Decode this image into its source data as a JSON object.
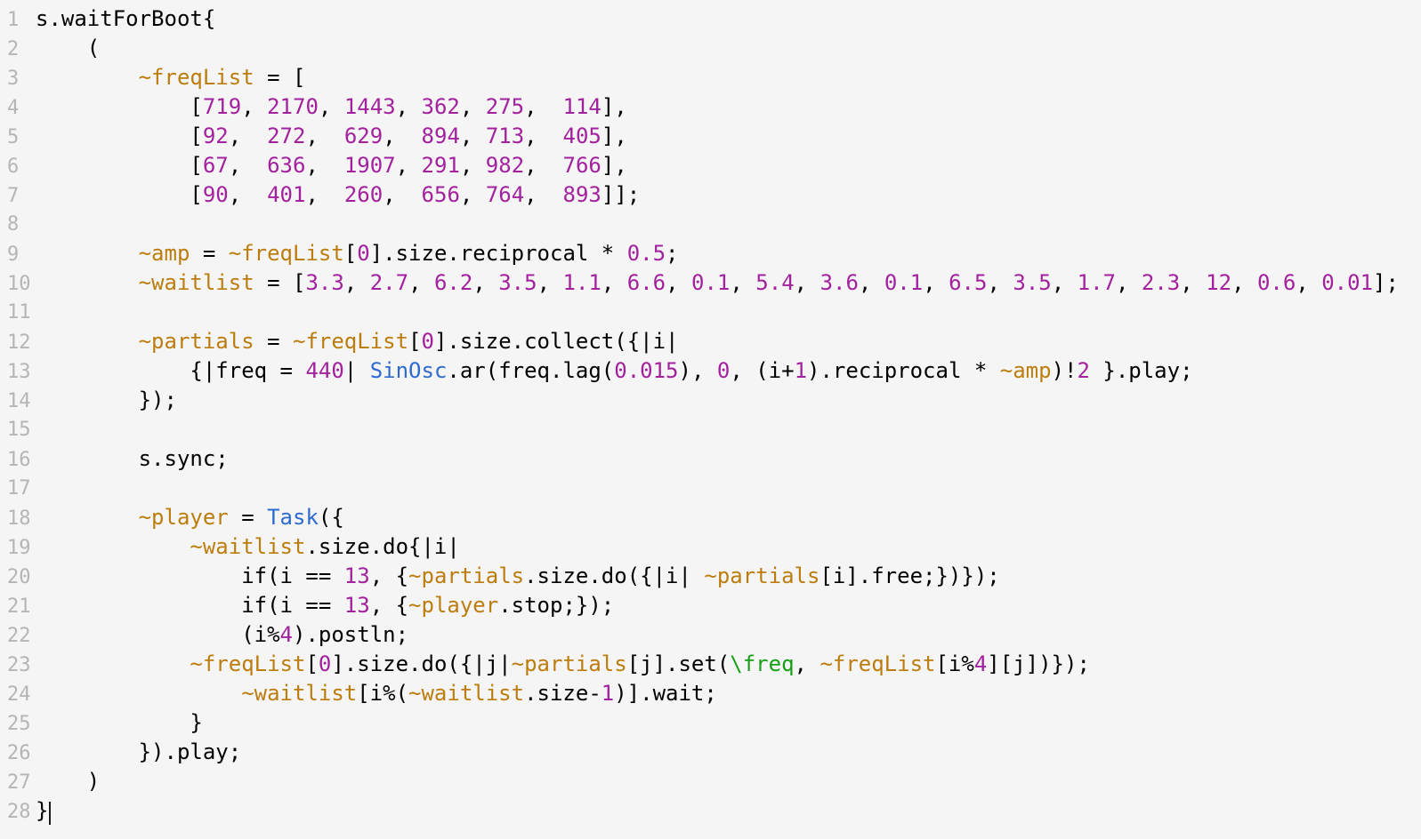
{
  "editor": {
    "background": "#f5f5f5",
    "line_number_color": "#b5b5b5",
    "caret_color": "#1a1a1a",
    "token_colors": {
      "plain": "#000000",
      "env": "#bd7d0e",
      "num": "#a3219e",
      "class": "#2d6bce",
      "sym": "#17a017"
    },
    "lines": [
      {
        "number": 1,
        "tokens": [
          [
            "plain",
            "s.waitForBoot{"
          ]
        ]
      },
      {
        "number": 2,
        "tokens": [
          [
            "plain",
            "    ("
          ]
        ]
      },
      {
        "number": 3,
        "tokens": [
          [
            "plain",
            "        "
          ],
          [
            "env",
            "~freqList"
          ],
          [
            "plain",
            " = ["
          ]
        ]
      },
      {
        "number": 4,
        "tokens": [
          [
            "plain",
            "            ["
          ],
          [
            "num",
            "719"
          ],
          [
            "plain",
            ", "
          ],
          [
            "num",
            "2170"
          ],
          [
            "plain",
            ", "
          ],
          [
            "num",
            "1443"
          ],
          [
            "plain",
            ", "
          ],
          [
            "num",
            "362"
          ],
          [
            "plain",
            ", "
          ],
          [
            "num",
            "275"
          ],
          [
            "plain",
            ",  "
          ],
          [
            "num",
            "114"
          ],
          [
            "plain",
            "],"
          ]
        ]
      },
      {
        "number": 5,
        "tokens": [
          [
            "plain",
            "            ["
          ],
          [
            "num",
            "92"
          ],
          [
            "plain",
            ",  "
          ],
          [
            "num",
            "272"
          ],
          [
            "plain",
            ",  "
          ],
          [
            "num",
            "629"
          ],
          [
            "plain",
            ",  "
          ],
          [
            "num",
            "894"
          ],
          [
            "plain",
            ", "
          ],
          [
            "num",
            "713"
          ],
          [
            "plain",
            ",  "
          ],
          [
            "num",
            "405"
          ],
          [
            "plain",
            "],"
          ]
        ]
      },
      {
        "number": 6,
        "tokens": [
          [
            "plain",
            "            ["
          ],
          [
            "num",
            "67"
          ],
          [
            "plain",
            ",  "
          ],
          [
            "num",
            "636"
          ],
          [
            "plain",
            ",  "
          ],
          [
            "num",
            "1907"
          ],
          [
            "plain",
            ", "
          ],
          [
            "num",
            "291"
          ],
          [
            "plain",
            ", "
          ],
          [
            "num",
            "982"
          ],
          [
            "plain",
            ",  "
          ],
          [
            "num",
            "766"
          ],
          [
            "plain",
            "],"
          ]
        ]
      },
      {
        "number": 7,
        "tokens": [
          [
            "plain",
            "            ["
          ],
          [
            "num",
            "90"
          ],
          [
            "plain",
            ",  "
          ],
          [
            "num",
            "401"
          ],
          [
            "plain",
            ",  "
          ],
          [
            "num",
            "260"
          ],
          [
            "plain",
            ",  "
          ],
          [
            "num",
            "656"
          ],
          [
            "plain",
            ", "
          ],
          [
            "num",
            "764"
          ],
          [
            "plain",
            ",  "
          ],
          [
            "num",
            "893"
          ],
          [
            "plain",
            "]];"
          ]
        ]
      },
      {
        "number": 8,
        "tokens": []
      },
      {
        "number": 9,
        "tokens": [
          [
            "plain",
            "        "
          ],
          [
            "env",
            "~amp"
          ],
          [
            "plain",
            " = "
          ],
          [
            "env",
            "~freqList"
          ],
          [
            "plain",
            "["
          ],
          [
            "num",
            "0"
          ],
          [
            "plain",
            "].size.reciprocal * "
          ],
          [
            "num",
            "0.5"
          ],
          [
            "plain",
            ";"
          ]
        ]
      },
      {
        "number": 10,
        "tokens": [
          [
            "plain",
            "        "
          ],
          [
            "env",
            "~waitlist"
          ],
          [
            "plain",
            " = ["
          ],
          [
            "num",
            "3.3"
          ],
          [
            "plain",
            ", "
          ],
          [
            "num",
            "2.7"
          ],
          [
            "plain",
            ", "
          ],
          [
            "num",
            "6.2"
          ],
          [
            "plain",
            ", "
          ],
          [
            "num",
            "3.5"
          ],
          [
            "plain",
            ", "
          ],
          [
            "num",
            "1.1"
          ],
          [
            "plain",
            ", "
          ],
          [
            "num",
            "6.6"
          ],
          [
            "plain",
            ", "
          ],
          [
            "num",
            "0.1"
          ],
          [
            "plain",
            ", "
          ],
          [
            "num",
            "5.4"
          ],
          [
            "plain",
            ", "
          ],
          [
            "num",
            "3.6"
          ],
          [
            "plain",
            ", "
          ],
          [
            "num",
            "0.1"
          ],
          [
            "plain",
            ", "
          ],
          [
            "num",
            "6.5"
          ],
          [
            "plain",
            ", "
          ],
          [
            "num",
            "3.5"
          ],
          [
            "plain",
            ", "
          ],
          [
            "num",
            "1.7"
          ],
          [
            "plain",
            ", "
          ],
          [
            "num",
            "2.3"
          ],
          [
            "plain",
            ", "
          ],
          [
            "num",
            "12"
          ],
          [
            "plain",
            ", "
          ],
          [
            "num",
            "0.6"
          ],
          [
            "plain",
            ", "
          ],
          [
            "num",
            "0.01"
          ],
          [
            "plain",
            "];"
          ]
        ]
      },
      {
        "number": 11,
        "tokens": []
      },
      {
        "number": 12,
        "tokens": [
          [
            "plain",
            "        "
          ],
          [
            "env",
            "~partials"
          ],
          [
            "plain",
            " = "
          ],
          [
            "env",
            "~freqList"
          ],
          [
            "plain",
            "["
          ],
          [
            "num",
            "0"
          ],
          [
            "plain",
            "].size.collect({|i|"
          ]
        ]
      },
      {
        "number": 13,
        "tokens": [
          [
            "plain",
            "            {|freq = "
          ],
          [
            "num",
            "440"
          ],
          [
            "plain",
            "| "
          ],
          [
            "class",
            "SinOsc"
          ],
          [
            "plain",
            ".ar(freq.lag("
          ],
          [
            "num",
            "0.015"
          ],
          [
            "plain",
            "), "
          ],
          [
            "num",
            "0"
          ],
          [
            "plain",
            ", (i+"
          ],
          [
            "num",
            "1"
          ],
          [
            "plain",
            ").reciprocal * "
          ],
          [
            "env",
            "~amp"
          ],
          [
            "plain",
            ")!"
          ],
          [
            "num",
            "2"
          ],
          [
            "plain",
            " }.play;"
          ]
        ]
      },
      {
        "number": 14,
        "tokens": [
          [
            "plain",
            "        });"
          ]
        ]
      },
      {
        "number": 15,
        "tokens": []
      },
      {
        "number": 16,
        "tokens": [
          [
            "plain",
            "        s.sync;"
          ]
        ]
      },
      {
        "number": 17,
        "tokens": []
      },
      {
        "number": 18,
        "tokens": [
          [
            "plain",
            "        "
          ],
          [
            "env",
            "~player"
          ],
          [
            "plain",
            " = "
          ],
          [
            "class",
            "Task"
          ],
          [
            "plain",
            "({"
          ]
        ]
      },
      {
        "number": 19,
        "tokens": [
          [
            "plain",
            "            "
          ],
          [
            "env",
            "~waitlist"
          ],
          [
            "plain",
            ".size.do{|i|"
          ]
        ]
      },
      {
        "number": 20,
        "tokens": [
          [
            "plain",
            "                if(i == "
          ],
          [
            "num",
            "13"
          ],
          [
            "plain",
            ", {"
          ],
          [
            "env",
            "~partials"
          ],
          [
            "plain",
            ".size.do({|i| "
          ],
          [
            "env",
            "~partials"
          ],
          [
            "plain",
            "[i].free;})});"
          ]
        ]
      },
      {
        "number": 21,
        "tokens": [
          [
            "plain",
            "                if(i == "
          ],
          [
            "num",
            "13"
          ],
          [
            "plain",
            ", {"
          ],
          [
            "env",
            "~player"
          ],
          [
            "plain",
            ".stop;});"
          ]
        ]
      },
      {
        "number": 22,
        "tokens": [
          [
            "plain",
            "                (i%"
          ],
          [
            "num",
            "4"
          ],
          [
            "plain",
            ").postln;"
          ]
        ]
      },
      {
        "number": 23,
        "tokens": [
          [
            "plain",
            "            "
          ],
          [
            "env",
            "~freqList"
          ],
          [
            "plain",
            "["
          ],
          [
            "num",
            "0"
          ],
          [
            "plain",
            "].size.do({|j|"
          ],
          [
            "env",
            "~partials"
          ],
          [
            "plain",
            "[j].set("
          ],
          [
            "sym",
            "\\freq"
          ],
          [
            "plain",
            ", "
          ],
          [
            "env",
            "~freqList"
          ],
          [
            "plain",
            "[i%"
          ],
          [
            "num",
            "4"
          ],
          [
            "plain",
            "][j])});"
          ]
        ]
      },
      {
        "number": 24,
        "tokens": [
          [
            "plain",
            "                "
          ],
          [
            "env",
            "~waitlist"
          ],
          [
            "plain",
            "[i%("
          ],
          [
            "env",
            "~waitlist"
          ],
          [
            "plain",
            ".size-"
          ],
          [
            "num",
            "1"
          ],
          [
            "plain",
            ")].wait;"
          ]
        ]
      },
      {
        "number": 25,
        "tokens": [
          [
            "plain",
            "            }"
          ]
        ]
      },
      {
        "number": 26,
        "tokens": [
          [
            "plain",
            "        }).play;"
          ]
        ]
      },
      {
        "number": 27,
        "tokens": [
          [
            "plain",
            "    )"
          ]
        ]
      },
      {
        "number": 28,
        "tokens": [
          [
            "plain",
            "}"
          ]
        ],
        "cursor": true
      }
    ]
  }
}
